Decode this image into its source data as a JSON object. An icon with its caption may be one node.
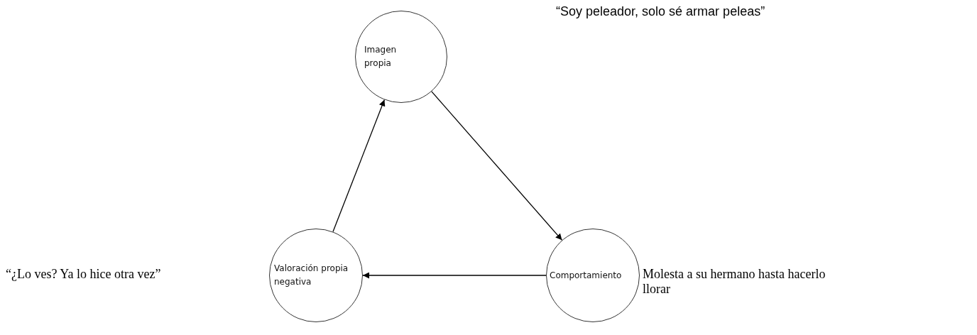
{
  "diagram": {
    "nodes": [
      {
        "text": [
          "Imagen propia"
        ]
      },
      {
        "text": [
          "Comportamiento"
        ],
        "beside": [
          "Molesta a su hermano hasta hacerlo llorar"
        ]
      },
      {
        "text": [
          "Valoración propia negativa"
        ]
      }
    ],
    "edges": [
      {
        "from": 0,
        "to": 1,
        "arrow": "to"
      },
      {
        "from": 1,
        "to": 2,
        "arrow": "to"
      },
      {
        "from": 2,
        "to": 0,
        "arrow": "to"
      }
    ],
    "labels": [
      "“Soy peleador, solo sé armar peleas”",
      "“¿Lo ves? Ya lo hice otra vez”"
    ]
  }
}
